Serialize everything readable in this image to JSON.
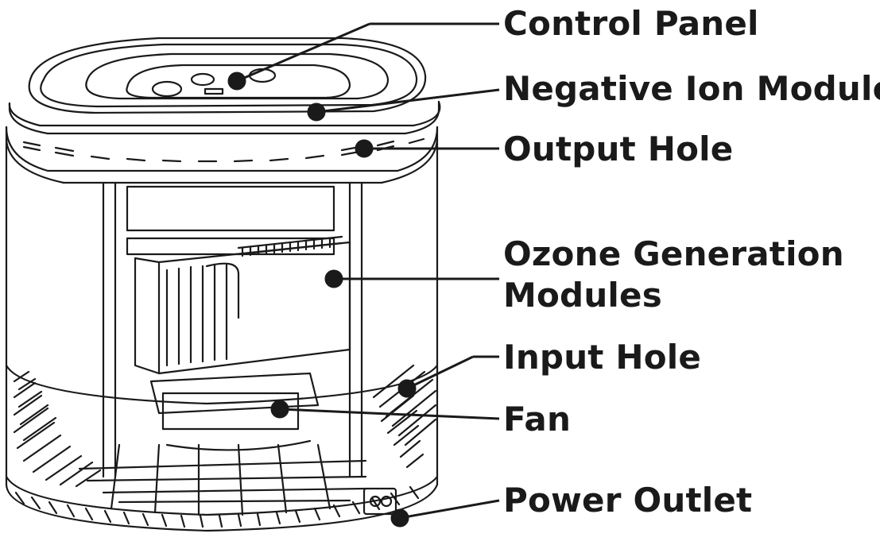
{
  "callouts": [
    {
      "id": "control-panel",
      "label": "Control Panel"
    },
    {
      "id": "negative-ion-modules",
      "label": "Negative Ion Modules"
    },
    {
      "id": "output-hole",
      "label": "Output Hole"
    },
    {
      "id": "ozone-generation-modules",
      "label_line1": "Ozone Generation",
      "label_line2": "Modules"
    },
    {
      "id": "input-hole",
      "label": "Input Hole"
    },
    {
      "id": "fan",
      "label": "Fan"
    },
    {
      "id": "power-outlet",
      "label": "Power Outlet"
    }
  ],
  "colors": {
    "line": "#1a1a1a",
    "background": "#ffffff"
  }
}
